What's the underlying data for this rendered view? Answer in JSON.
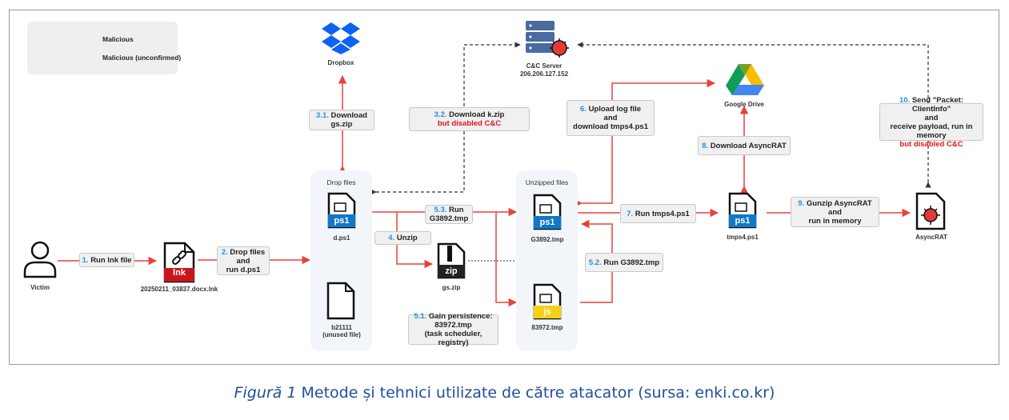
{
  "legend": {
    "malicious": "Malicious",
    "unconfirmed": "Malicious (unconfirmed)"
  },
  "nodes": {
    "victim": "Victim",
    "lnk_badge": "lnk",
    "lnk_file": "20250211_03837.docx.lnk",
    "dropbox": "Dropbox",
    "cnc_title": "C&C Server",
    "cnc_ip": "206.206.127.152",
    "gdrive": "Google Drive",
    "drop_files": "Drop files",
    "d_ps1": "d.ps1",
    "b21111_name": "b21111",
    "b21111_note": "(unused file)",
    "unzipped_files": "Unzipped files",
    "g3892": "G3892.tmp",
    "f83972": "83972.tmp",
    "gszip": "gs.zip",
    "zip_badge": "zip",
    "ps1_badge": "ps1",
    "js_badge": "js",
    "tmps4": "tmps4.ps1",
    "asyncrat": "AsyncRAT"
  },
  "steps": {
    "s1": {
      "num": "1.",
      "text": "Run lnk file"
    },
    "s2": {
      "num": "2.",
      "text1": "Drop files",
      "text2": "and",
      "text3": "run d.ps1"
    },
    "s31": {
      "num": "3.1.",
      "text1": "Download",
      "text2": "gs.zip"
    },
    "s32": {
      "num": "3.2.",
      "text1": "Download k.zip",
      "red": "but disabled C&C"
    },
    "s4": {
      "num": "4.",
      "text": "Unzip"
    },
    "s51": {
      "num": "5.1.",
      "text1": "Gain persistence:",
      "text2": "83972.tmp",
      "text3": "(task scheduler, registry)"
    },
    "s52": {
      "num": "5.2.",
      "text": "Run G3892.tmp"
    },
    "s53": {
      "num": "5.3.",
      "text1": "Run",
      "text2": "G3892.tmp"
    },
    "s6": {
      "num": "6.",
      "text1": "Upload log file",
      "text2": "and",
      "text3": "download tmps4.ps1"
    },
    "s7": {
      "num": "7.",
      "text": "Run tmps4.ps1"
    },
    "s8": {
      "num": "8.",
      "text": "Download AsyncRAT"
    },
    "s9": {
      "num": "9.",
      "text1": "Gunzip AsyncRAT",
      "text2": "and",
      "text3": "run in memory"
    },
    "s10": {
      "num": "10.",
      "text1": "Send \"Packet: ClientInfo\"",
      "text2": "and",
      "text3": "receive payload, run in memory",
      "red": "but disabled C&C"
    }
  },
  "caption": {
    "fig": "Figură 1",
    "text": " Metode și tehnici utilizate de către atacator (sursa: enki.co.kr)"
  },
  "colors": {
    "malicious": "#e8413c",
    "unconfirmed": "#333333",
    "step_number": "#2a8fd6",
    "ps1": "#1177c7",
    "js": "#f4d116",
    "lnk": "#c8171c",
    "group_bg": "#f2f6fb"
  }
}
